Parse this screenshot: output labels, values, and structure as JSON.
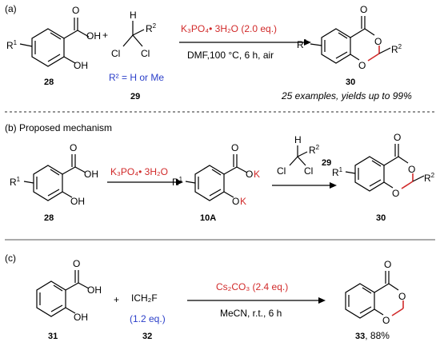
{
  "sections": {
    "a": {
      "label": "(a)"
    },
    "b": {
      "label": "(b) Proposed mechanism"
    },
    "c": {
      "label": "(c)"
    }
  },
  "atoms": {
    "OH": "OH",
    "O": "O",
    "H": "H",
    "Cl": "Cl",
    "K": "K",
    "F": "F",
    "R1": "R",
    "R1_sup": "1",
    "R2": "R",
    "R2_sup": "2",
    "plus": "+"
  },
  "compounds": {
    "c28": "28",
    "c29": "29",
    "c30": "30",
    "c10A": "10A",
    "c31": "31",
    "c32": "32",
    "c33": "33",
    "c33_yield": ", 88%"
  },
  "reaction_a": {
    "reagent": "K₃PO₄• 3H₂O (2.0 eq.)",
    "conditions": "DMF,100 °C, 6 h, air",
    "r2_definition": "R² = H or Me",
    "summary": "25 examples, yields up to 99%"
  },
  "reaction_b": {
    "reagent": "K₃PO₄• 3H₂O"
  },
  "reaction_c": {
    "reagent": "Cs₂CO₃ (2.4 eq.)",
    "conditions": "MeCN, r.t., 6 h",
    "icf_formula": "ICH₂F",
    "icf_amount": "(1.2 eq.)"
  },
  "colors": {
    "reagent_red": "#d12a2a",
    "r2_blue": "#2b3fc9",
    "new_bond_red": "#d12a2a",
    "divider": "#555555"
  }
}
